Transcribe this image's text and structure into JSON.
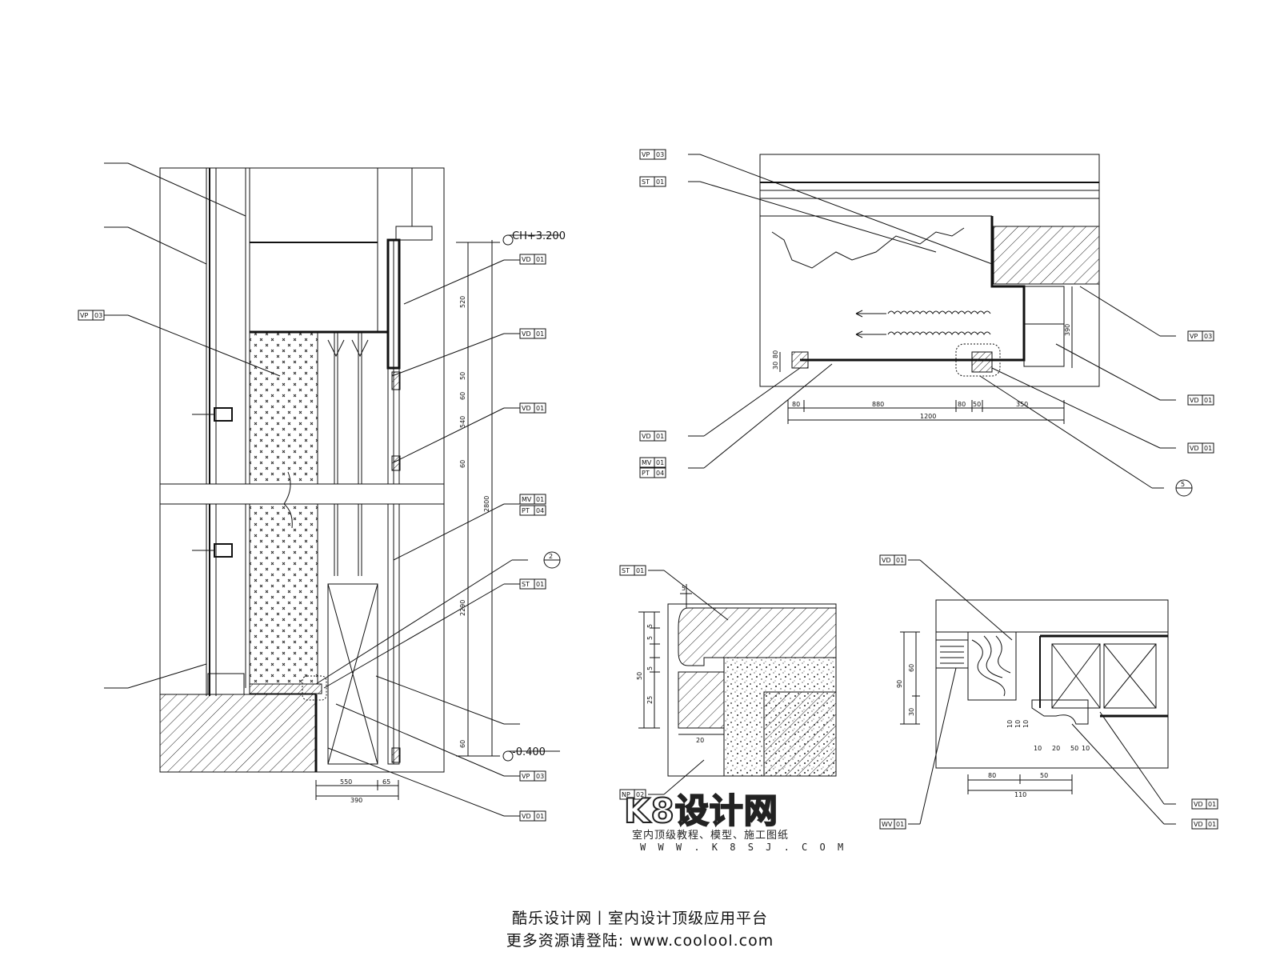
{
  "elevation": {
    "level_top": "CH+3.200",
    "level_bottom": "-0.400",
    "section_symbol": "2",
    "dims_vertical": [
      "520",
      "50",
      "60",
      "540",
      "60",
      "2800",
      "2290",
      "60"
    ],
    "dims_bottom": [
      "550",
      "65",
      "390"
    ],
    "tags": [
      {
        "code": "VD",
        "num": "01"
      },
      {
        "code": "VD",
        "num": "01"
      },
      {
        "code": "VD",
        "num": "01"
      },
      {
        "code": "MV",
        "num": "01"
      },
      {
        "code": "PT",
        "num": "04"
      },
      {
        "code": "ST",
        "num": "01"
      },
      {
        "code": "VP",
        "num": "03"
      },
      {
        "code": "VD",
        "num": "01"
      },
      {
        "code": "VP",
        "num": "03"
      }
    ]
  },
  "plan": {
    "dims_horizontal": [
      "80",
      "880",
      "80",
      "50",
      "350",
      "1200"
    ],
    "dims_vertical": [
      "30",
      "80",
      "390"
    ],
    "section_symbol": "5",
    "tags": [
      {
        "code": "VP",
        "num": "03"
      },
      {
        "code": "ST",
        "num": "01"
      },
      {
        "code": "VD",
        "num": "01"
      },
      {
        "code": "MV",
        "num": "01"
      },
      {
        "code": "PT",
        "num": "04"
      },
      {
        "code": "VP",
        "num": "03"
      },
      {
        "code": "VD",
        "num": "01"
      },
      {
        "code": "VD",
        "num": "01"
      }
    ]
  },
  "detail_stone": {
    "dims_vertical": [
      "5",
      "5",
      "5",
      "50",
      "25"
    ],
    "dims_top": "5",
    "dims_bottom": "20",
    "tags": [
      {
        "code": "ST",
        "num": "01"
      },
      {
        "code": "NP",
        "num": "02"
      }
    ]
  },
  "detail_wood": {
    "dims_vertical": [
      "90",
      "60",
      "30"
    ],
    "dims_small": [
      "10",
      "10",
      "10",
      "10",
      "20",
      "50",
      "10"
    ],
    "dims_bottom": [
      "80",
      "50",
      "110"
    ],
    "tags": [
      {
        "code": "VD",
        "num": "01"
      },
      {
        "code": "WV",
        "num": "01"
      },
      {
        "code": "VD",
        "num": "01"
      },
      {
        "code": "VD",
        "num": "01"
      }
    ]
  },
  "watermark": {
    "logo": "K8设计网",
    "subtitle": "室内顶级教程、模型、施工图纸",
    "url": "W W W . K 8 S J . C O M"
  },
  "footer": {
    "line1": "酷乐设计网丨室内设计顶级应用平台",
    "line2": "更多资源请登陆: www.coolool.com"
  }
}
